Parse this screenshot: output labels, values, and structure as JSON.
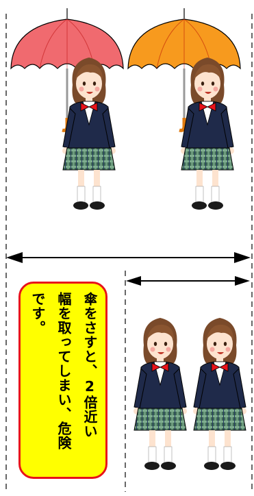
{
  "caption": {
    "line1": "傘をさすと、2倍近い",
    "line2": "幅を取ってしまい、危険",
    "line3": "です。"
  },
  "colors": {
    "umbrella_left": "#f06a6f",
    "umbrella_right": "#f79a1e",
    "blazer": "#1f2a4a",
    "skirt_check": "#3f6a55",
    "ribbon": "#e8131a",
    "note_bg": "#ffff00",
    "note_border": "#e8131a"
  }
}
